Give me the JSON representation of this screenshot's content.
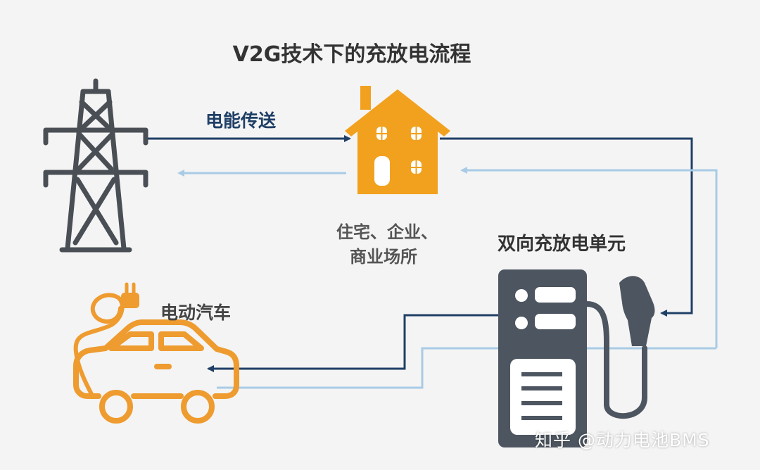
{
  "title": "V2G技术下的充放电流程",
  "labels": {
    "energy_transfer": "电能传送",
    "home_line1": "住宅、企业、",
    "home_line2": "商业场所",
    "bidirectional_unit": "双向充放电单元",
    "ev": "电动汽车"
  },
  "watermark": "知乎 @动力电池BMS",
  "icons": [
    "power-tower-icon",
    "house-icon",
    "charging-station-icon",
    "electric-car-icon",
    "plug-icon"
  ],
  "colors": {
    "forward_flow": "#1f3f66",
    "reverse_flow": "#a9cbe6",
    "house": "#f2a11f",
    "car": "#ee9b2f",
    "station": "#4d5560",
    "tower": "#4a4f55"
  }
}
